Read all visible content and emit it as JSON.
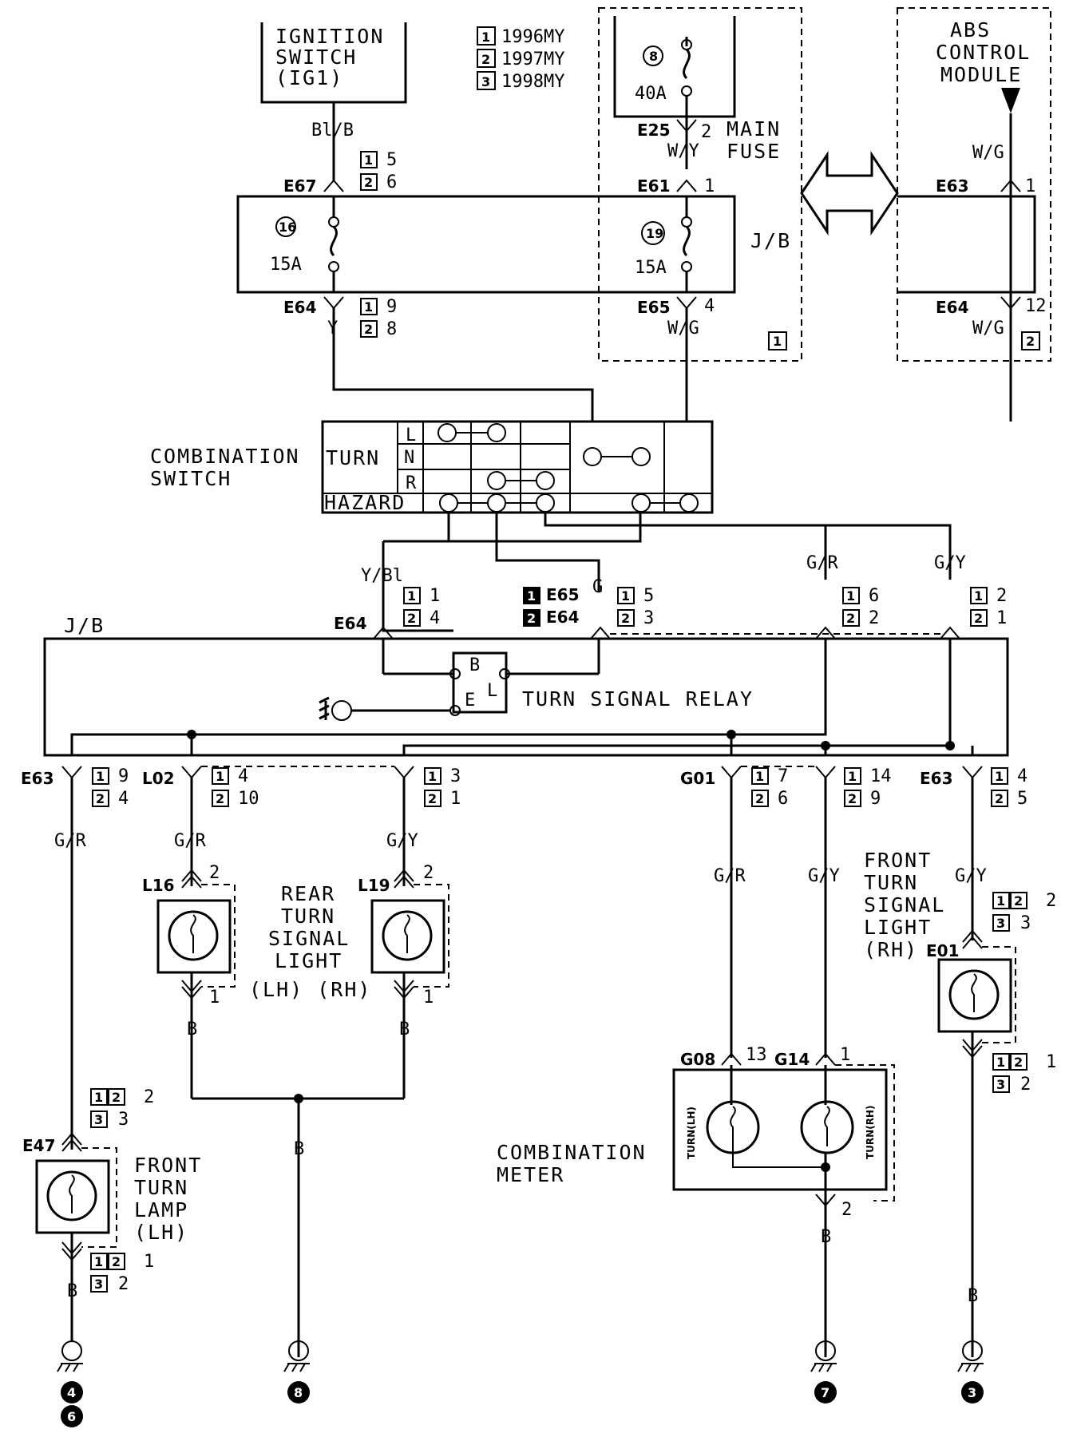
{
  "legend": [
    {
      "num": "1",
      "label": "1996MY"
    },
    {
      "num": "2",
      "label": "1997MY"
    },
    {
      "num": "3",
      "label": "1998MY"
    }
  ],
  "components": {
    "ignition_switch": [
      "IGNITION",
      "SWITCH",
      "(IG1)"
    ],
    "main_fuse": [
      "MAIN",
      "FUSE"
    ],
    "abs_module": [
      "ABS",
      "CONTROL",
      "MODULE"
    ],
    "jb": "J/B",
    "combination_switch": [
      "COMBINATION",
      "SWITCH"
    ],
    "turn": "TURN",
    "hazard": "HAZARD",
    "positions": [
      "L",
      "N",
      "R"
    ],
    "turn_relay": "TURN SIGNAL RELAY",
    "relay_pins": [
      "B",
      "L",
      "E"
    ],
    "rear_light": [
      "REAR",
      "TURN",
      "SIGNAL",
      "LIGHT",
      "(LH) (RH)"
    ],
    "front_rh": [
      "FRONT",
      "TURN",
      "SIGNAL",
      "LIGHT",
      "(RH)"
    ],
    "front_lh": [
      "FRONT",
      "TURN",
      "LAMP",
      "(LH)"
    ],
    "combination_meter": [
      "COMBINATION",
      "METER"
    ],
    "turn_lh": "TURN(LH)",
    "turn_rh": "TURN(RH)"
  },
  "fuses": {
    "main": {
      "num": "8",
      "amp": "40A"
    },
    "f16": {
      "num": "16",
      "amp": "15A"
    },
    "f19": {
      "num": "19",
      "amp": "15A"
    }
  },
  "connectors": {
    "e25": "E25",
    "e61": "E61",
    "e63": "E63",
    "e67": "E67",
    "e64": "E64",
    "e65": "E65",
    "l02": "L02",
    "g01": "G01",
    "l16": "L16",
    "l19": "L19",
    "e47": "E47",
    "e01": "E01",
    "g08": "G08",
    "g14": "G14"
  },
  "wires": {
    "bl_b": "Bl/B",
    "w_y": "W/Y",
    "w_g": "W/G",
    "y": "Y",
    "y_bl": "Y/Bl",
    "g": "G",
    "g_r": "G/R",
    "g_y": "G/Y",
    "b": "B"
  },
  "pins": {
    "p1": "1",
    "p2": "2",
    "p3": "3",
    "p4": "4",
    "p5": "5",
    "p6": "6",
    "p7": "7",
    "p8": "8",
    "p9": "9",
    "p10": "10",
    "p12": "12",
    "p13": "13",
    "p14": "14"
  },
  "grounds": {
    "g46": [
      "4",
      "6"
    ],
    "g8": "8",
    "g7": "7",
    "g3": "3"
  }
}
